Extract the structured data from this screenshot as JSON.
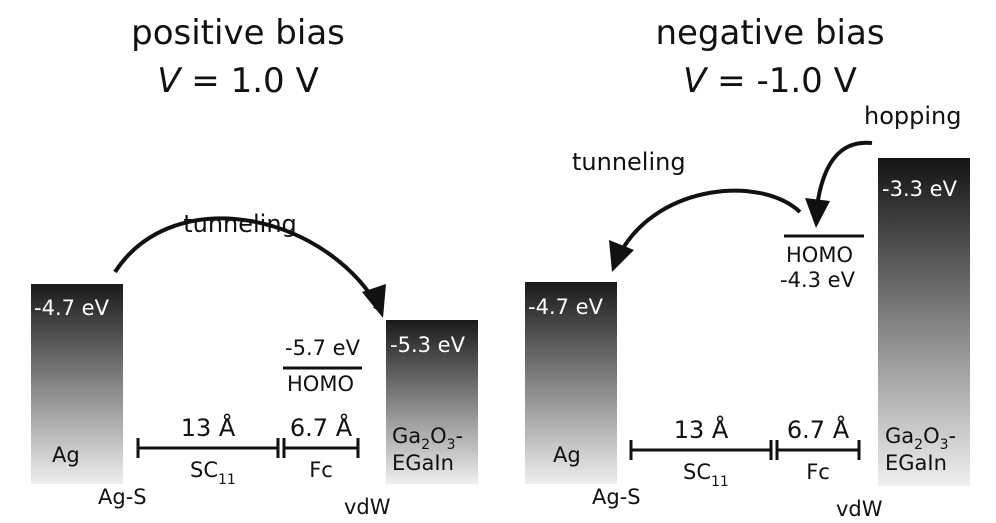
{
  "colors": {
    "ink": "#111111",
    "bar_dark": "#1a1a1a",
    "bar_light": "#eeeeee",
    "white": "#ffffff"
  },
  "left": {
    "title": "positive bias",
    "voltage_var": "V",
    "voltage_eq": " = 1.0 V",
    "arrow_label": "tunneling",
    "ag_energy": "-4.7 eV",
    "ag_label": "Ag",
    "homo_energy": "-5.7 eV",
    "homo_label": "HOMO",
    "egain_energy": "-5.3 eV",
    "egain_label_main": "Ga",
    "egain_sub1": "2",
    "egain_label_mid": "O",
    "egain_sub2": "3",
    "egain_label_end": "-",
    "egain_label_line2": "EGaIn",
    "sc_length": "13 Å",
    "sc_label_main": "SC",
    "sc_label_sub": "11",
    "fc_length": "6.7 Å",
    "fc_label": "Fc",
    "ags_label": "Ag-S",
    "vdw_label": "vdW"
  },
  "right": {
    "title": "negative bias",
    "voltage_var": "V",
    "voltage_eq": " = -1.0 V",
    "hopping_label": "hopping",
    "tunneling_label": "tunneling",
    "ag_energy": "-4.7 eV",
    "ag_label": "Ag",
    "homo_label": "HOMO",
    "homo_energy": "-4.3 eV",
    "egain_energy": "-3.3 eV",
    "egain_label_main": "Ga",
    "egain_sub1": "2",
    "egain_label_mid": "O",
    "egain_sub2": "3",
    "egain_label_end": "-",
    "egain_label_line2": "EGaIn",
    "sc_length": "13 Å",
    "sc_label_main": "SC",
    "sc_label_sub": "11",
    "fc_length": "6.7 Å",
    "fc_label": "Fc",
    "ags_label": "Ag-S",
    "vdw_label": "vdW"
  }
}
